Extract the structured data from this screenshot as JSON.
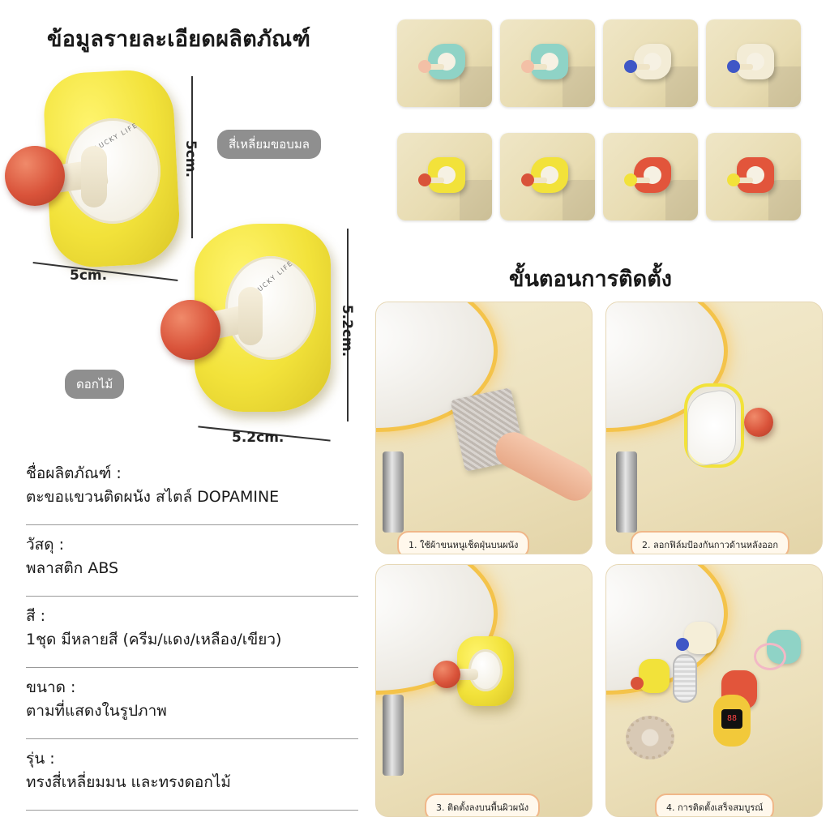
{
  "title": "ข้อมูลรายละเอียดผลิตภัณฑ์",
  "dimensions": {
    "square_height": "5cm.",
    "square_width": "5cm.",
    "flower_height": "5.2cm.",
    "flower_width": "5.2cm."
  },
  "tags": {
    "square": "สี่เหลี่ยมขอบมล",
    "flower": "ดอกไม้"
  },
  "logo_text": "LUCKY LIFE",
  "specs": [
    {
      "label": "ชื่อผลิตภัณฑ์ :",
      "value": "ตะขอแขวนติดผนัง สไตล์ DOPAMINE"
    },
    {
      "label": "วัสดุ :",
      "value": "พลาสติก ABS"
    },
    {
      "label": "สี :",
      "value": "1ชุด มีหลายสี (ครีม/แดง/เหลือง/เขียว)"
    },
    {
      "label": "ขนาด :",
      "value": "ตามที่แสดงในรูปภาพ"
    },
    {
      "label": "รุ่น :",
      "value": "ทรงสี่เหลี่ยมมน และทรงดอกไม้"
    }
  ],
  "variants": [
    {
      "plate": "#8fd3c6",
      "ball": "#f3c0a6",
      "shape": "flower"
    },
    {
      "plate": "#8fd3c6",
      "ball": "#f3c0a6",
      "shape": "square"
    },
    {
      "plate": "#f3ecd6",
      "ball": "#3f57c6",
      "shape": "flower"
    },
    {
      "plate": "#f3ecd6",
      "ball": "#3f57c6",
      "shape": "square"
    },
    {
      "plate": "#f2e23a",
      "ball": "#d9533a",
      "shape": "square"
    },
    {
      "plate": "#f2e23a",
      "ball": "#d9533a",
      "shape": "flower"
    },
    {
      "plate": "#e2553b",
      "ball": "#f2e23a",
      "shape": "flower"
    },
    {
      "plate": "#e2553b",
      "ball": "#f2e23a",
      "shape": "square"
    }
  ],
  "steps_title": "ขั้นตอนการติดตั้ง",
  "steps": [
    {
      "caption": "1. ใช้ผ้าขนหนูเช็ดฝุ่นบนผนัง"
    },
    {
      "caption": "2. ลอกฟิล์มป้องกันกาวด้านหลังออก"
    },
    {
      "caption": "3. ติดตั้งลงบนพื้นผิวผนัง"
    },
    {
      "caption": "4. การติดตั้งเสร็จสมบูรณ์"
    }
  ],
  "watch_display": "88"
}
